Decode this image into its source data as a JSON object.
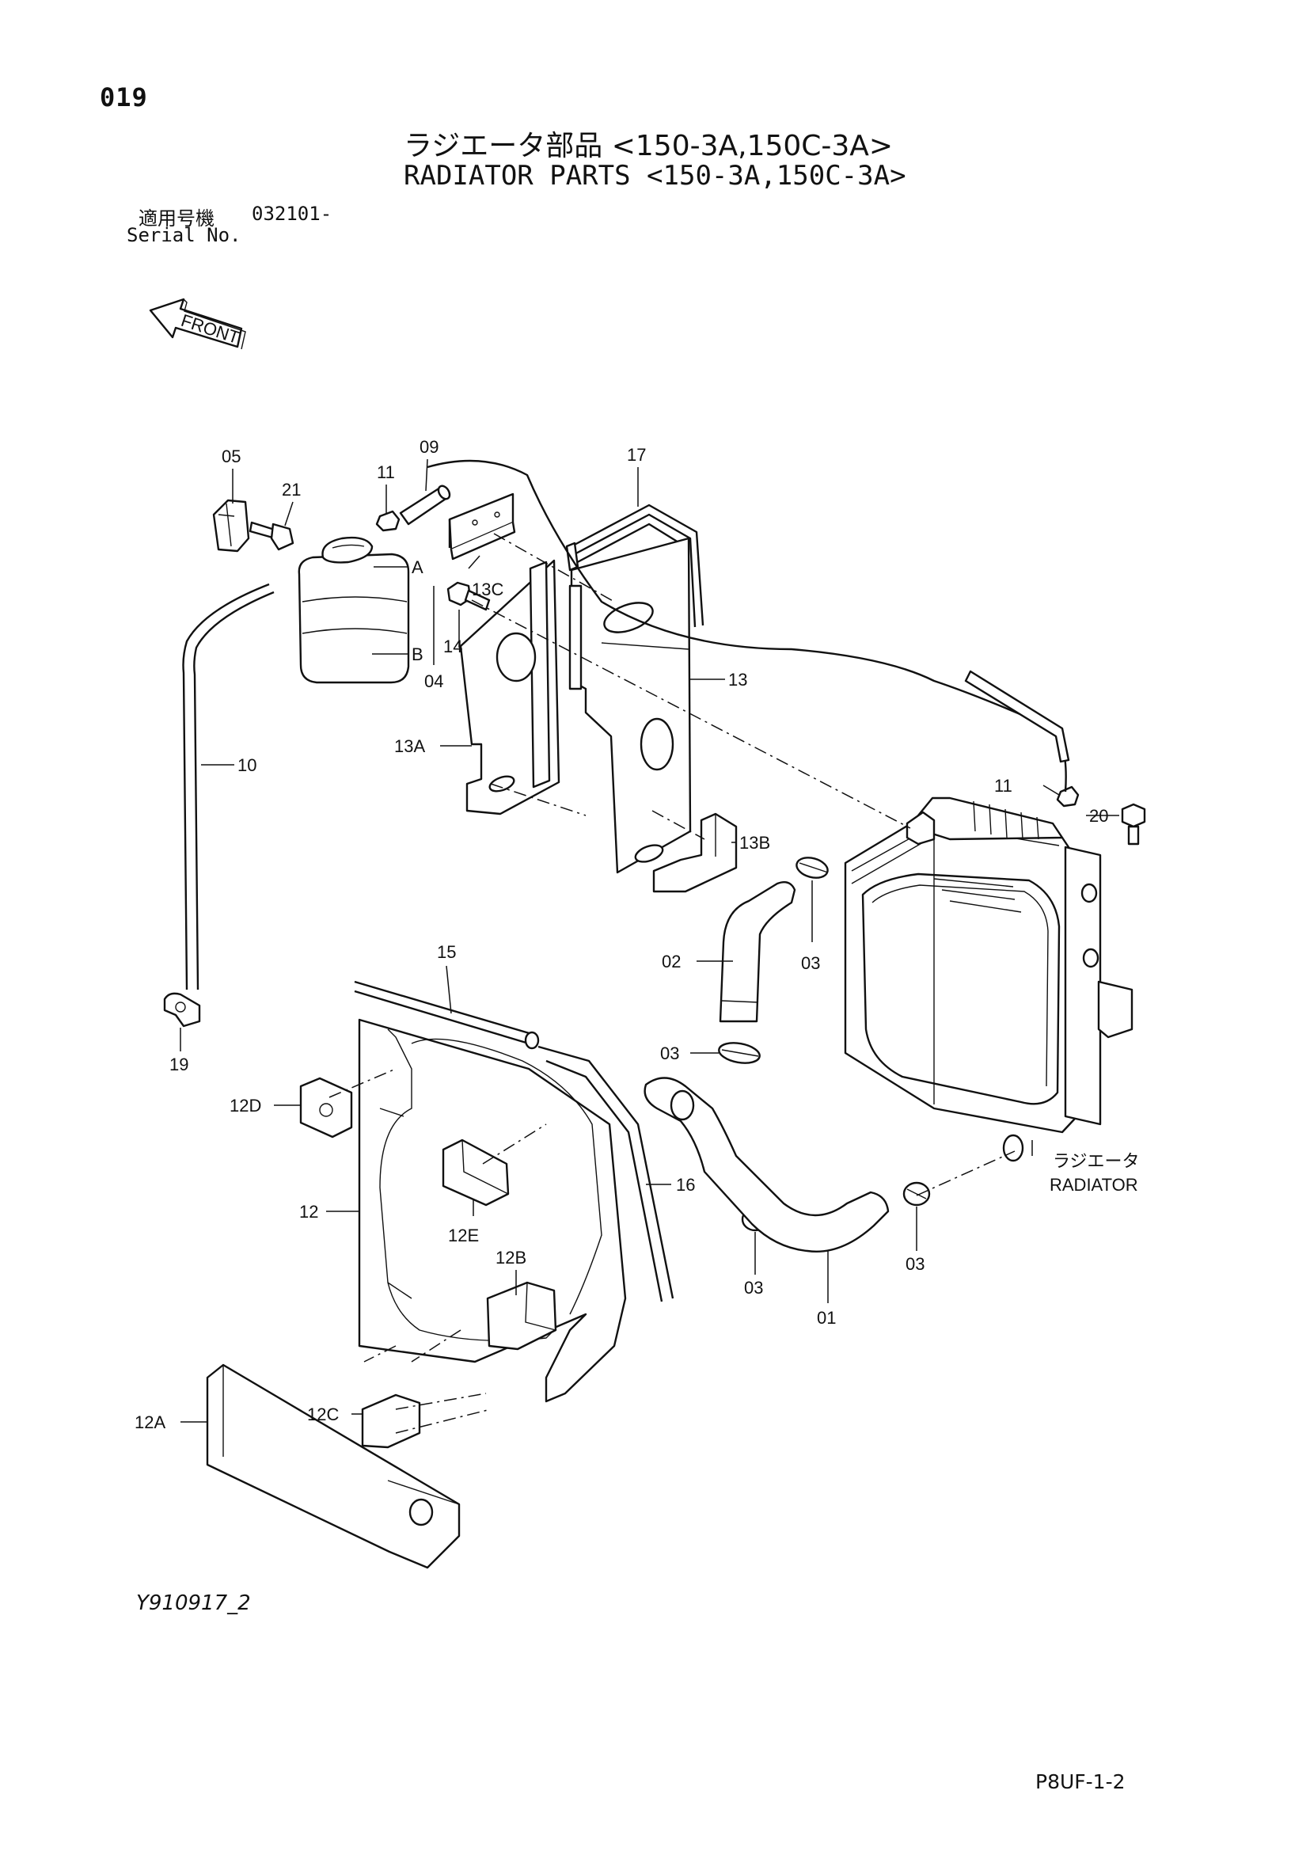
{
  "header": {
    "page_number": "019",
    "title_jp": "ラジエータ部品 <150-3A,150C-3A>",
    "title_en": "RADIATOR PARTS <150-3A,150C-3A>",
    "serial_label_jp": "適用号機",
    "serial_code": "032101-",
    "serial_label_en": "Serial No."
  },
  "footer": {
    "figure_code": "Y910917_2",
    "page_ref": "P8UF-1-2"
  },
  "front_label": "FRONT",
  "radiator_label": {
    "jp": "ラジエータ",
    "en": "RADIATOR"
  },
  "callouts": {
    "c05": "05",
    "c21": "21",
    "c11a": "11",
    "c09": "09",
    "c17": "17",
    "cA": "A",
    "c13C": "13C",
    "cB": "B",
    "c14": "14",
    "c04": "04",
    "c10": "10",
    "c13": "13",
    "c13A": "13A",
    "c11b": "11",
    "c20": "20",
    "c13B": "13B",
    "c02": "02",
    "c03a": "03",
    "c15": "15",
    "c03b": "03",
    "c19": "19",
    "c12D": "12D",
    "c16": "16",
    "c12": "12",
    "c12E": "12E",
    "c12B": "12B",
    "c03c": "03",
    "c03d": "03",
    "c01": "01",
    "c12C": "12C",
    "c12A": "12A"
  }
}
